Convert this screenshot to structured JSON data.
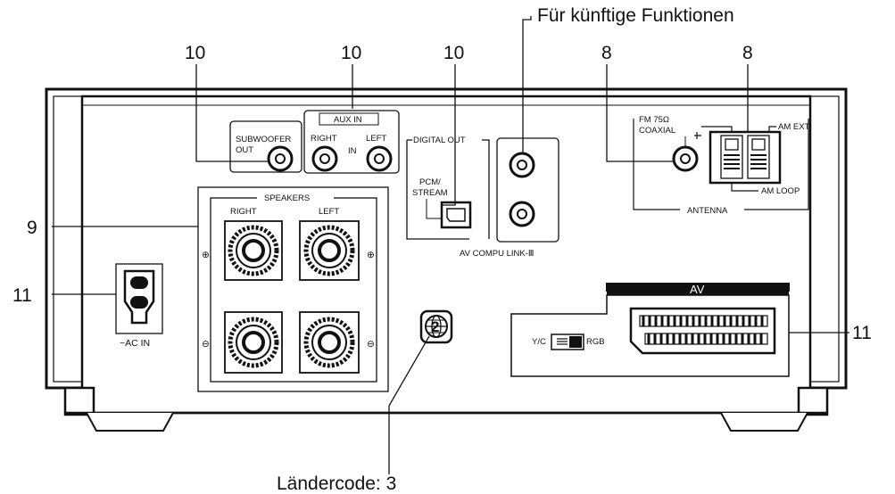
{
  "callouts": {
    "future_functions": "Für künftige Funktionen",
    "subwoofer_num": "10",
    "aux_num": "10",
    "digital_num": "10",
    "fm_num": "8",
    "am_num": "8",
    "speakers_num": "9",
    "ac_num": "11",
    "av_num": "11",
    "country_code": "Ländercode: 3"
  },
  "panel_labels": {
    "subwoofer_line1": "SUBWOOFER",
    "subwoofer_line2": "OUT",
    "aux_in": "AUX IN",
    "right": "RIGHT",
    "in": "IN",
    "left": "LEFT",
    "digital_out": "DIGITAL OUT",
    "pcm": "PCM/",
    "stream": "STREAM",
    "compu_link": "AV  COMPU  LINK-Ⅲ",
    "fm_line1": "FM 75Ω",
    "fm_line2": "COAXIAL",
    "am_ext": "AM  EXT",
    "am_loop": "AM  LOOP",
    "antenna": "ANTENNA",
    "speakers": "SPEAKERS",
    "spk_right": "RIGHT",
    "spk_left": "LEFT",
    "ac_in": "~AC IN",
    "av": "AV",
    "yc": "Y/C",
    "rgb": "RGB",
    "region_digit": "2",
    "plus": "⊕",
    "minus": "⊖"
  }
}
